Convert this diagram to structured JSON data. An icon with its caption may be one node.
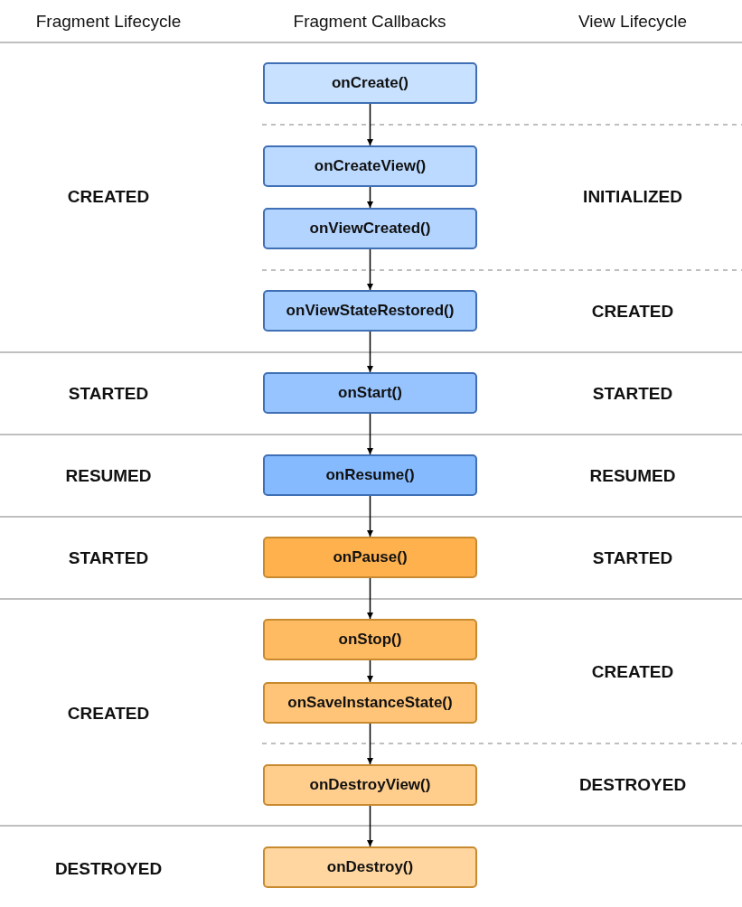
{
  "diagram": {
    "nodes": [
      {
        "text": [
          "onCreate()"
        ]
      },
      {
        "text": [
          "onCreateView()"
        ]
      },
      {
        "text": [
          "onViewCreated()"
        ]
      },
      {
        "text": [
          "onViewStateRestored()"
        ]
      },
      {
        "text": [
          "onStart()"
        ]
      },
      {
        "text": [
          "onResume()"
        ]
      },
      {
        "text": [
          "onPause()"
        ]
      },
      {
        "text": [
          "onStop()"
        ]
      },
      {
        "text": [
          "onSaveInstanceState()"
        ]
      },
      {
        "text": [
          "onDestroyView()"
        ]
      },
      {
        "text": [
          "onDestroy()"
        ]
      }
    ],
    "edges": [
      {
        "from": 0,
        "to": 1,
        "arrow": "to"
      },
      {
        "from": 1,
        "to": 2,
        "arrow": "to"
      },
      {
        "from": 2,
        "to": 3,
        "arrow": "to"
      },
      {
        "from": 3,
        "to": 4,
        "arrow": "to"
      },
      {
        "from": 4,
        "to": 5,
        "arrow": "to"
      },
      {
        "from": 5,
        "to": 6,
        "arrow": "to"
      },
      {
        "from": 6,
        "to": 7,
        "arrow": "to"
      },
      {
        "from": 7,
        "to": 8,
        "arrow": "to"
      },
      {
        "from": 8,
        "to": 9,
        "arrow": "to"
      },
      {
        "from": 9,
        "to": 10,
        "arrow": "to"
      }
    ],
    "labels": [
      "Fragment Lifecycle",
      "Fragment Callbacks",
      "View Lifecycle",
      "CREATED",
      "INITIALIZED",
      "CREATED",
      "STARTED",
      "STARTED",
      "RESUMED",
      "RESUMED",
      "STARTED",
      "STARTED",
      "CREATED",
      "CREATED",
      "DESTROYED",
      "DESTROYED"
    ]
  }
}
